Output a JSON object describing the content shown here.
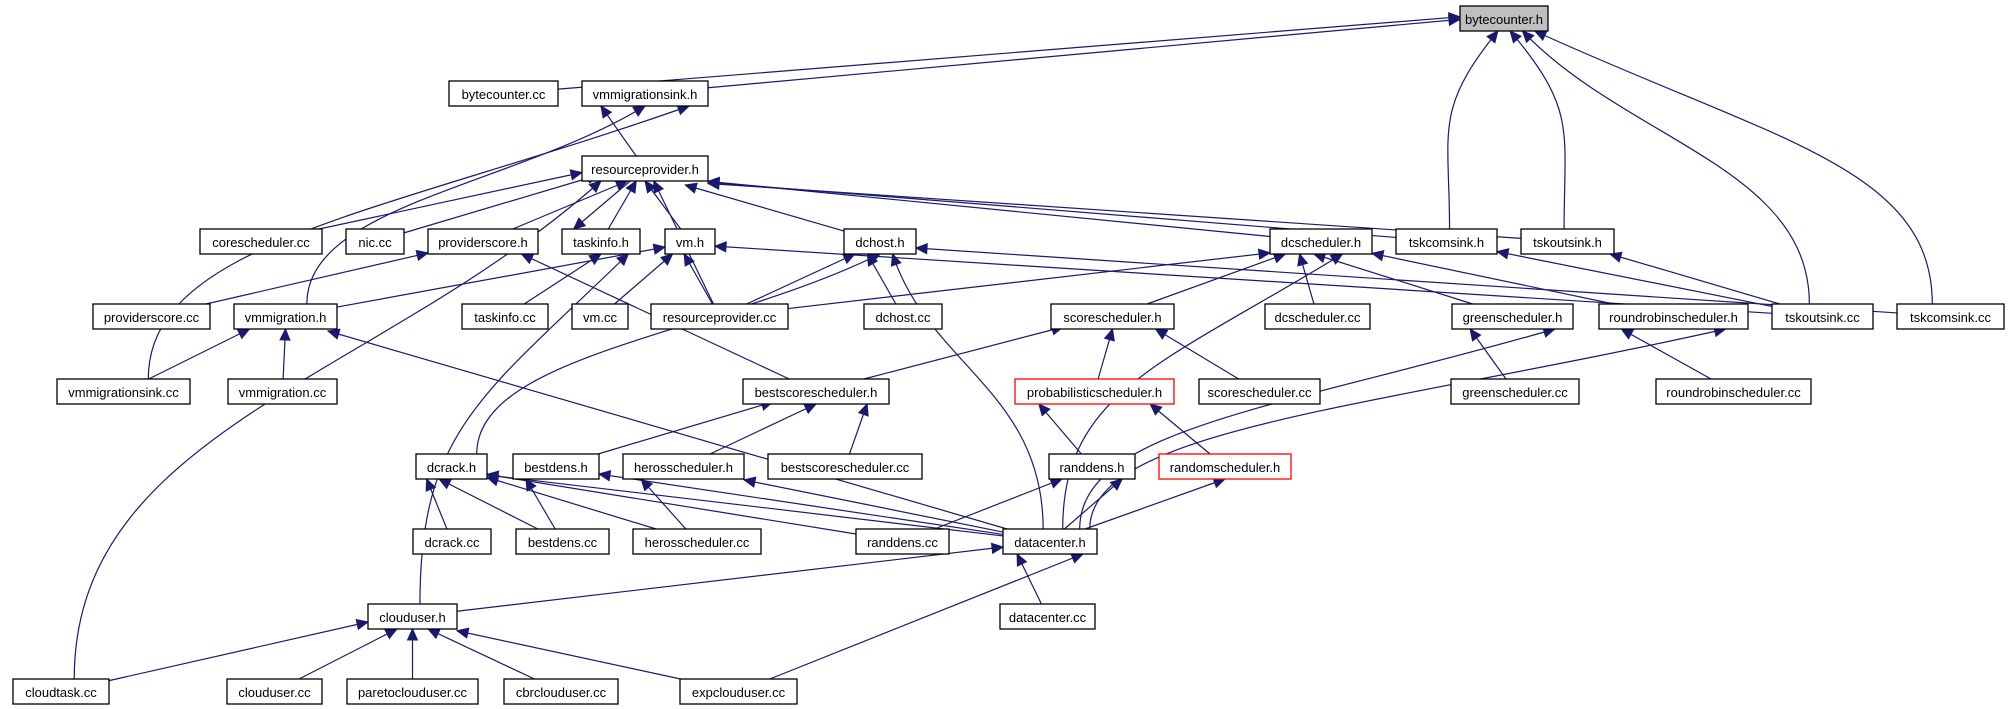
{
  "title": "Include dependency graph of bytecounter.h",
  "colors": {
    "edge": "#191970",
    "root_fill": "#bfbfbf",
    "node_fill": "#ffffff",
    "node_border": "#000000",
    "missing_border": "#ff0000"
  },
  "nodes": [
    {
      "id": "bytecounter_h",
      "label": "bytecounter.h",
      "style": "root"
    },
    {
      "id": "bytecounter_cc",
      "label": "bytecounter.cc"
    },
    {
      "id": "vmmigrationsink_h",
      "label": "vmmigrationsink.h"
    },
    {
      "id": "resourceprovider_h",
      "label": "resourceprovider.h"
    },
    {
      "id": "corescheduler_cc",
      "label": "corescheduler.cc"
    },
    {
      "id": "nic_cc",
      "label": "nic.cc"
    },
    {
      "id": "providerscore_h",
      "label": "providerscore.h"
    },
    {
      "id": "taskinfo_h",
      "label": "taskinfo.h"
    },
    {
      "id": "vm_h",
      "label": "vm.h"
    },
    {
      "id": "dchost_h",
      "label": "dchost.h"
    },
    {
      "id": "dcscheduler_h",
      "label": "dcscheduler.h"
    },
    {
      "id": "tskcomsink_h",
      "label": "tskcomsink.h"
    },
    {
      "id": "tskoutsink_h",
      "label": "tskoutsink.h"
    },
    {
      "id": "providerscore_cc",
      "label": "providerscore.cc"
    },
    {
      "id": "vmmigration_h",
      "label": "vmmigration.h"
    },
    {
      "id": "taskinfo_cc",
      "label": "taskinfo.cc"
    },
    {
      "id": "vm_cc",
      "label": "vm.cc"
    },
    {
      "id": "resourceprovider_cc",
      "label": "resourceprovider.cc"
    },
    {
      "id": "dchost_cc",
      "label": "dchost.cc"
    },
    {
      "id": "scorescheduler_h",
      "label": "scorescheduler.h"
    },
    {
      "id": "dcscheduler_cc",
      "label": "dcscheduler.cc"
    },
    {
      "id": "greenscheduler_h",
      "label": "greenscheduler.h"
    },
    {
      "id": "roundrobinscheduler_h",
      "label": "roundrobinscheduler.h"
    },
    {
      "id": "tskoutsink_cc",
      "label": "tskoutsink.cc"
    },
    {
      "id": "tskcomsink_cc",
      "label": "tskcomsink.cc"
    },
    {
      "id": "vmmigrationsink_cc",
      "label": "vmmigrationsink.cc"
    },
    {
      "id": "vmmigration_cc",
      "label": "vmmigration.cc"
    },
    {
      "id": "bestscorescheduler_h",
      "label": "bestscorescheduler.h"
    },
    {
      "id": "probabilisticscheduler_h",
      "label": "probabilisticscheduler.h",
      "style": "missing"
    },
    {
      "id": "scorescheduler_cc",
      "label": "scorescheduler.cc"
    },
    {
      "id": "greenscheduler_cc",
      "label": "greenscheduler.cc"
    },
    {
      "id": "roundrobinscheduler_cc",
      "label": "roundrobinscheduler.cc"
    },
    {
      "id": "dcrack_h",
      "label": "dcrack.h"
    },
    {
      "id": "bestdens_h",
      "label": "bestdens.h"
    },
    {
      "id": "herosscheduler_h",
      "label": "herosscheduler.h"
    },
    {
      "id": "bestscorescheduler_cc",
      "label": "bestscorescheduler.cc"
    },
    {
      "id": "randdens_h",
      "label": "randdens.h"
    },
    {
      "id": "randomscheduler_h",
      "label": "randomscheduler.h",
      "style": "missing"
    },
    {
      "id": "dcrack_cc",
      "label": "dcrack.cc"
    },
    {
      "id": "bestdens_cc",
      "label": "bestdens.cc"
    },
    {
      "id": "herosscheduler_cc",
      "label": "herosscheduler.cc"
    },
    {
      "id": "randdens_cc",
      "label": "randdens.cc"
    },
    {
      "id": "datacenter_h",
      "label": "datacenter.h"
    },
    {
      "id": "clouduser_h",
      "label": "clouduser.h"
    },
    {
      "id": "datacenter_cc",
      "label": "datacenter.cc"
    },
    {
      "id": "cloudtask_cc",
      "label": "cloudtask.cc"
    },
    {
      "id": "clouduser_cc",
      "label": "clouduser.cc"
    },
    {
      "id": "paretoclouduser_cc",
      "label": "paretoclouduser.cc"
    },
    {
      "id": "cbrclouduser_cc",
      "label": "cbrclouduser.cc"
    },
    {
      "id": "expclouduser_cc",
      "label": "expclouduser.cc"
    }
  ],
  "edges": [
    {
      "from": "bytecounter_cc",
      "to": "bytecounter_h"
    },
    {
      "from": "vmmigrationsink_h",
      "to": "bytecounter_h"
    },
    {
      "from": "tskcomsink_h",
      "to": "bytecounter_h"
    },
    {
      "from": "tskoutsink_h",
      "to": "bytecounter_h"
    },
    {
      "from": "tskoutsink_cc",
      "to": "bytecounter_h"
    },
    {
      "from": "tskcomsink_cc",
      "to": "bytecounter_h"
    },
    {
      "from": "resourceprovider_h",
      "to": "vmmigrationsink_h"
    },
    {
      "from": "vmmigration_h",
      "to": "vmmigrationsink_h"
    },
    {
      "from": "vmmigrationsink_cc",
      "to": "vmmigrationsink_h"
    },
    {
      "from": "cloudtask_cc",
      "to": "resourceprovider_h"
    },
    {
      "from": "corescheduler_cc",
      "to": "resourceprovider_h"
    },
    {
      "from": "nic_cc",
      "to": "resourceprovider_h"
    },
    {
      "from": "providerscore_h",
      "to": "resourceprovider_h"
    },
    {
      "from": "taskinfo_h",
      "to": "resourceprovider_h"
    },
    {
      "from": "resourceprovider_h",
      "to": "taskinfo_h"
    },
    {
      "from": "vm_h",
      "to": "resourceprovider_h"
    },
    {
      "from": "resourceprovider_cc",
      "to": "resourceprovider_h"
    },
    {
      "from": "dchost_h",
      "to": "resourceprovider_h"
    },
    {
      "from": "dcscheduler_h",
      "to": "resourceprovider_h"
    },
    {
      "from": "tskcomsink_h",
      "to": "resourceprovider_h"
    },
    {
      "from": "tskoutsink_h",
      "to": "resourceprovider_h"
    },
    {
      "from": "providerscore_cc",
      "to": "providerscore_h"
    },
    {
      "from": "bestscorescheduler_h",
      "to": "providerscore_h"
    },
    {
      "from": "taskinfo_cc",
      "to": "taskinfo_h"
    },
    {
      "from": "clouduser_h",
      "to": "taskinfo_h"
    },
    {
      "from": "vm_cc",
      "to": "vm_h"
    },
    {
      "from": "resourceprovider_cc",
      "to": "vm_h"
    },
    {
      "from": "vmmigration_h",
      "to": "vm_h"
    },
    {
      "from": "tskoutsink_cc",
      "to": "vm_h"
    },
    {
      "from": "resourceprovider_cc",
      "to": "dchost_h"
    },
    {
      "from": "dchost_cc",
      "to": "dchost_h"
    },
    {
      "from": "dcrack_h",
      "to": "dchost_h"
    },
    {
      "from": "datacenter_h",
      "to": "dchost_h"
    },
    {
      "from": "tskcomsink_cc",
      "to": "dchost_h"
    },
    {
      "from": "scorescheduler_h",
      "to": "dcscheduler_h"
    },
    {
      "from": "dcscheduler_cc",
      "to": "dcscheduler_h"
    },
    {
      "from": "greenscheduler_h",
      "to": "dcscheduler_h"
    },
    {
      "from": "roundrobinscheduler_h",
      "to": "dcscheduler_h"
    },
    {
      "from": "datacenter_h",
      "to": "dcscheduler_h"
    },
    {
      "from": "resourceprovider_cc",
      "to": "dcscheduler_h"
    },
    {
      "from": "tskoutsink_cc",
      "to": "tskcomsink_h"
    },
    {
      "from": "tskoutsink_cc",
      "to": "tskoutsink_h"
    },
    {
      "from": "bestscorescheduler_h",
      "to": "scorescheduler_h"
    },
    {
      "from": "probabilisticscheduler_h",
      "to": "scorescheduler_h"
    },
    {
      "from": "scorescheduler_cc",
      "to": "scorescheduler_h"
    },
    {
      "from": "greenscheduler_cc",
      "to": "greenscheduler_h"
    },
    {
      "from": "datacenter_h",
      "to": "greenscheduler_h"
    },
    {
      "from": "roundrobinscheduler_cc",
      "to": "roundrobinscheduler_h"
    },
    {
      "from": "datacenter_h",
      "to": "roundrobinscheduler_h"
    },
    {
      "from": "vmmigrationsink_cc",
      "to": "vmmigration_h"
    },
    {
      "from": "vmmigration_cc",
      "to": "vmmigration_h"
    },
    {
      "from": "datacenter_h",
      "to": "vmmigration_h"
    },
    {
      "from": "bestdens_h",
      "to": "bestscorescheduler_h"
    },
    {
      "from": "herosscheduler_h",
      "to": "bestscorescheduler_h"
    },
    {
      "from": "bestscorescheduler_cc",
      "to": "bestscorescheduler_h"
    },
    {
      "from": "randdens_h",
      "to": "probabilisticscheduler_h"
    },
    {
      "from": "randomscheduler_h",
      "to": "probabilisticscheduler_h"
    },
    {
      "from": "dcrack_cc",
      "to": "dcrack_h"
    },
    {
      "from": "bestdens_cc",
      "to": "dcrack_h"
    },
    {
      "from": "herosscheduler_cc",
      "to": "dcrack_h"
    },
    {
      "from": "randdens_cc",
      "to": "dcrack_h"
    },
    {
      "from": "datacenter_h",
      "to": "dcrack_h"
    },
    {
      "from": "bestdens_cc",
      "to": "bestdens_h"
    },
    {
      "from": "datacenter_h",
      "to": "bestdens_h"
    },
    {
      "from": "herosscheduler_cc",
      "to": "herosscheduler_h"
    },
    {
      "from": "datacenter_h",
      "to": "herosscheduler_h"
    },
    {
      "from": "randdens_cc",
      "to": "randdens_h"
    },
    {
      "from": "datacenter_h",
      "to": "randdens_h"
    },
    {
      "from": "datacenter_h",
      "to": "randomscheduler_h"
    },
    {
      "from": "datacenter_cc",
      "to": "datacenter_h"
    },
    {
      "from": "clouduser_h",
      "to": "datacenter_h"
    },
    {
      "from": "expclouduser_cc",
      "to": "datacenter_h"
    },
    {
      "from": "cloudtask_cc",
      "to": "clouduser_h"
    },
    {
      "from": "clouduser_cc",
      "to": "clouduser_h"
    },
    {
      "from": "paretoclouduser_cc",
      "to": "clouduser_h"
    },
    {
      "from": "cbrclouduser_cc",
      "to": "clouduser_h"
    },
    {
      "from": "expclouduser_cc",
      "to": "clouduser_h"
    }
  ]
}
